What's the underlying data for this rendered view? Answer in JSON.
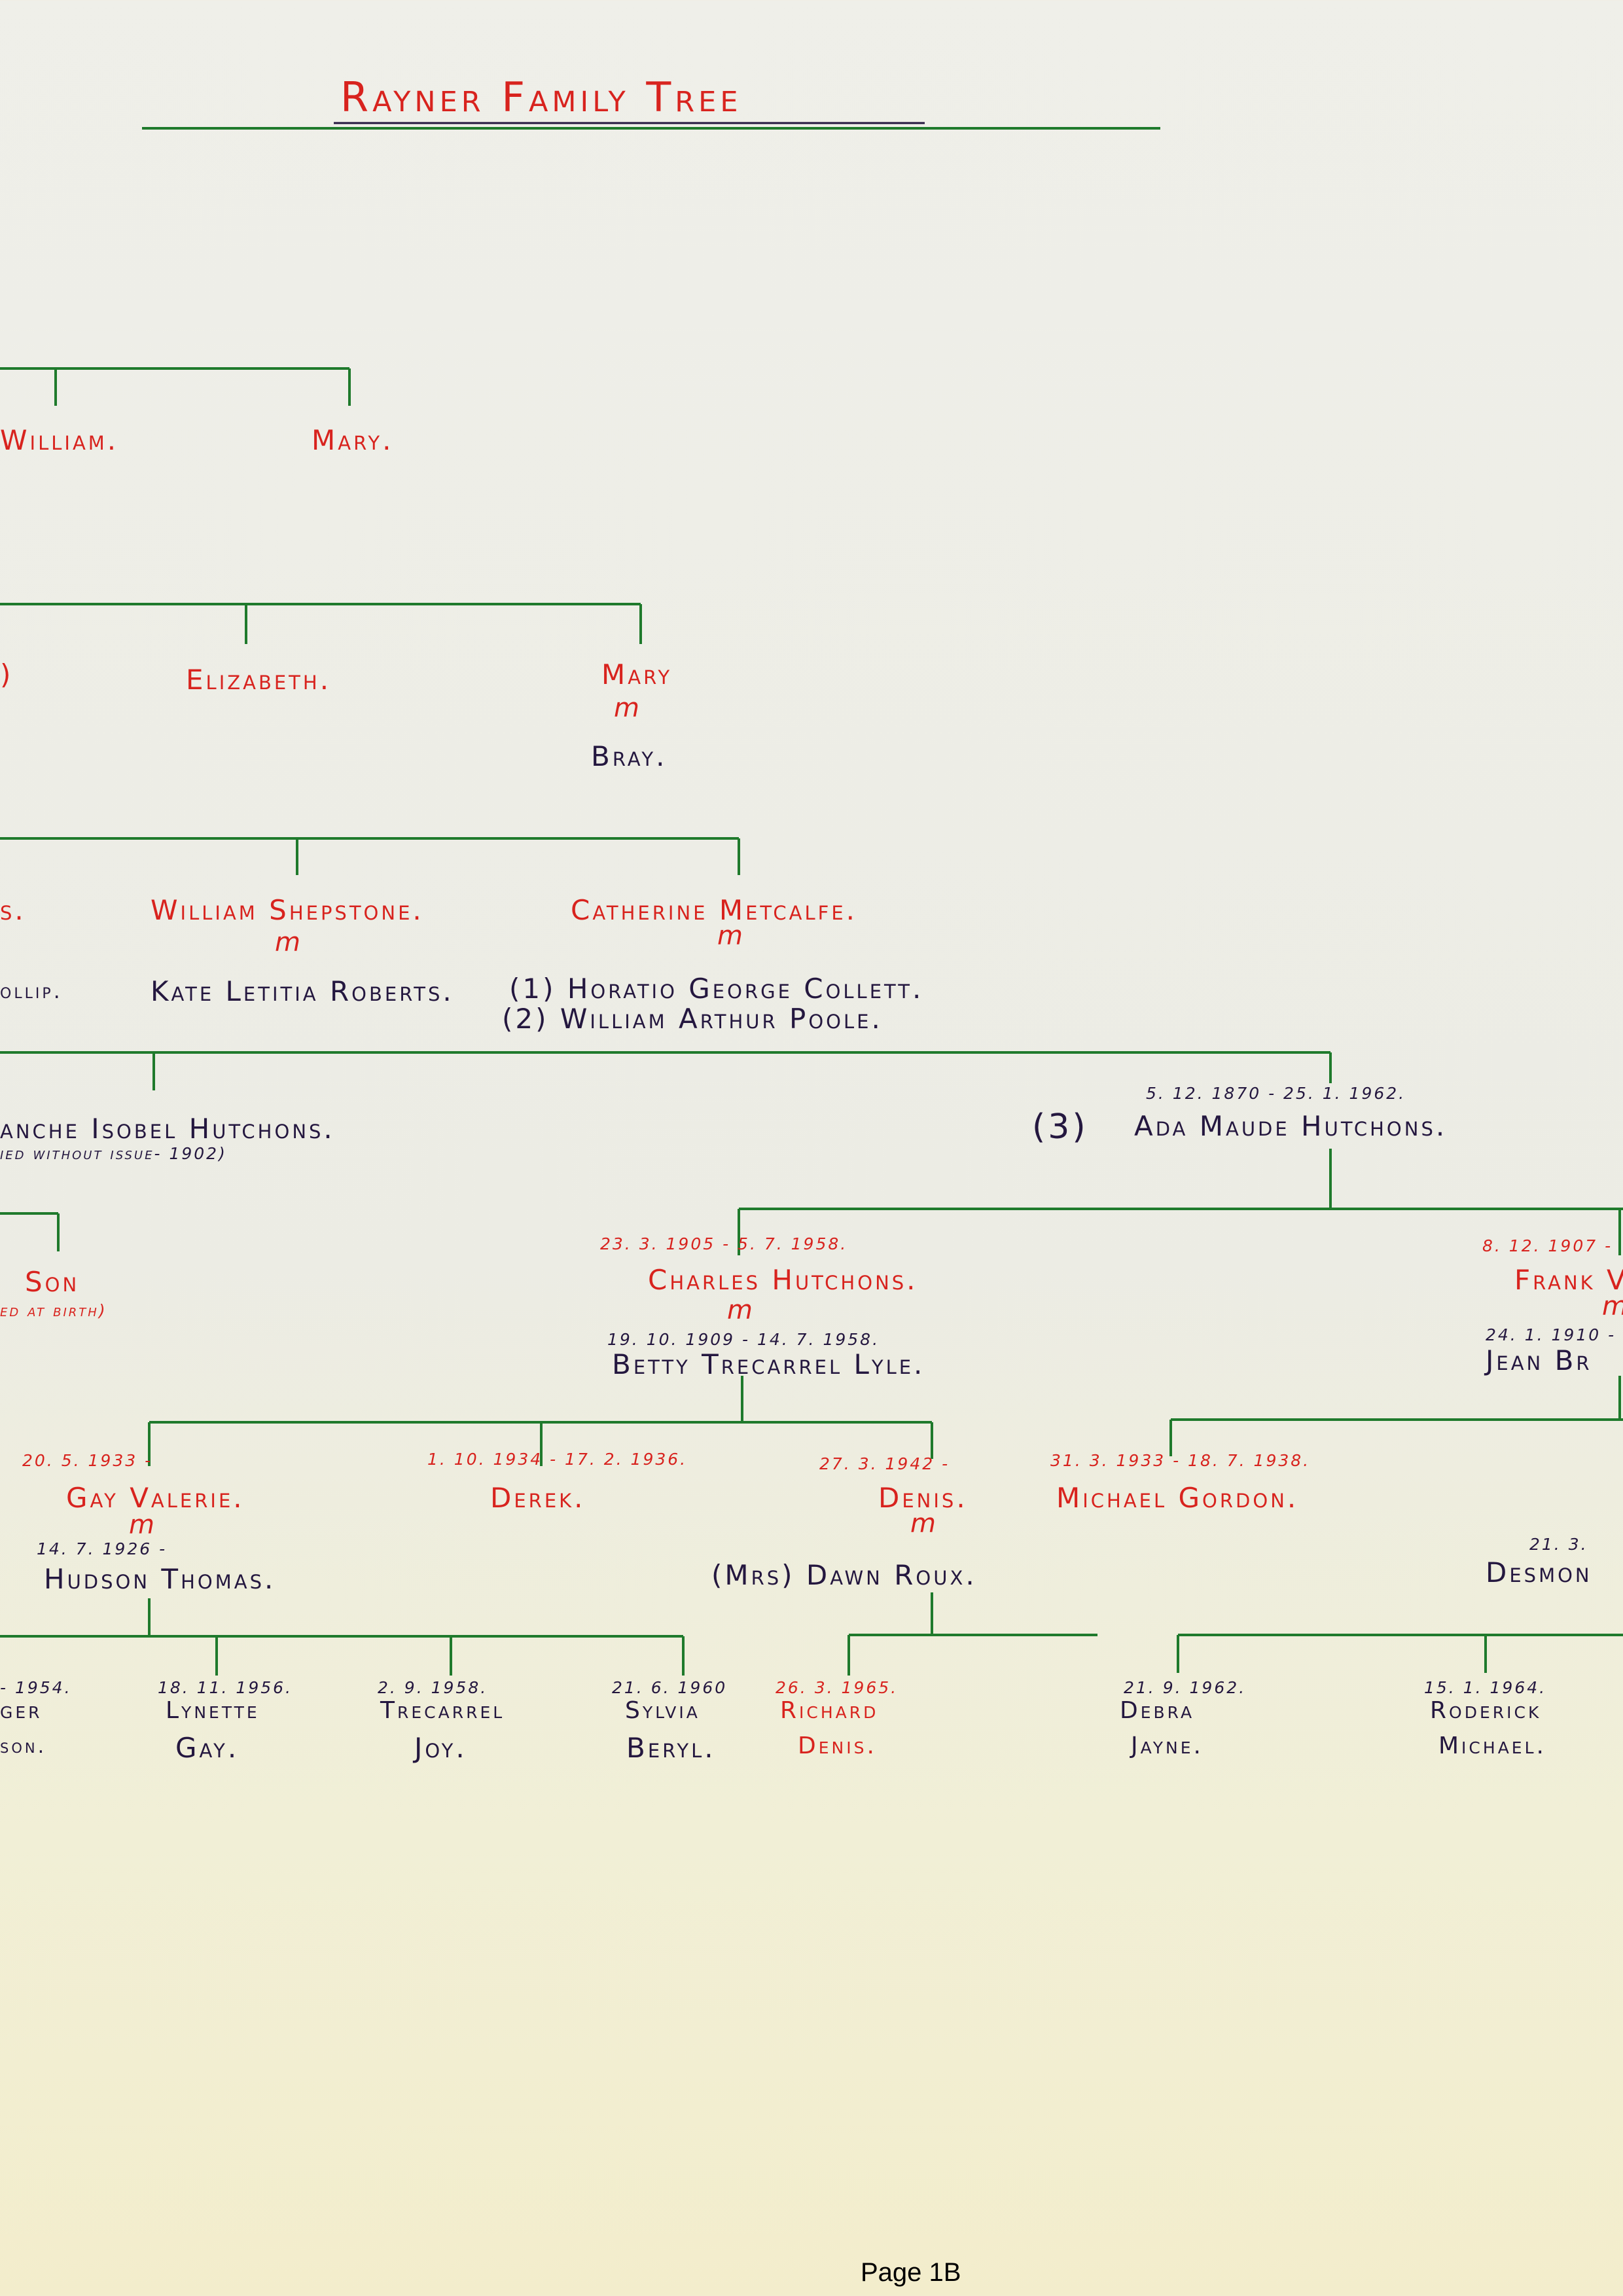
{
  "title": "Rayner Family Tree",
  "page_label": "Page 1B",
  "gen1": {
    "william": "William.",
    "mary": "Mary."
  },
  "gen2": {
    "cut_left": ")",
    "elizabeth": "Elizabeth.",
    "mary": "Mary",
    "m": "m",
    "bray": "Bray."
  },
  "gen3": {
    "cut_left": "s.",
    "william_shepstone": "William Shepstone.",
    "m1": "m",
    "cut_left_spouse": "ollip.",
    "kate": "Kate Letitia Roberts.",
    "catherine": "Catherine Metcalfe.",
    "m2": "m",
    "horatio": "(1) Horatio George Collett.",
    "william_arthur": "(2) William Arthur Poole."
  },
  "gen4": {
    "blanche": "anche Isobel Hutchons.",
    "blanche_note": "ied without issue- 1902)",
    "ada_dates": "5. 12. 1870 - 25. 1. 1962.",
    "ada_number": "(3)",
    "ada": "Ada Maude Hutchons."
  },
  "gen5": {
    "son": "Son",
    "son_note": "ed at birth)",
    "charles_dates": "23. 3. 1905 - 5. 7. 1958.",
    "charles": "Charles Hutchons.",
    "m1": "m",
    "betty_dates": "19. 10. 1909 - 14. 7. 1958.",
    "betty": "Betty Trecarrel Lyle.",
    "frank_dates": "8. 12. 1907 -",
    "frank": "Frank V",
    "m2": "m",
    "jean_dates": "24. 1. 1910 -",
    "jean": "Jean Br"
  },
  "gen6": {
    "gay_dates": "20. 5. 1933 -",
    "gay": "Gay Valerie.",
    "m1": "m",
    "hudson_dates": "14. 7. 1926 -",
    "hudson": "Hudson Thomas.",
    "derek_dates": "1. 10. 1934 - 17. 2. 1936.",
    "derek": "Derek.",
    "denis_dates": "27. 3. 1942 -",
    "denis": "Denis.",
    "m2": "m",
    "dawn": "(Mrs) Dawn Roux.",
    "michael_dates": "31. 3. 1933 - 18. 7. 1938.",
    "michael": "Michael Gordon.",
    "desmond_dates": "21. 3.",
    "desmond": "Desmon"
  },
  "gen7": {
    "roger_dates": "- 1954.",
    "roger1": "ger",
    "roger2": "son.",
    "lynette_dates": "18. 11. 1956.",
    "lynette1": "Lynette",
    "lynette2": "Gay.",
    "trecarrel_dates": "2. 9. 1958.",
    "trecarrel1": "Trecarrel",
    "trecarrel2": "Joy.",
    "sylvia_dates": "21. 6. 1960",
    "sylvia1": "Sylvia",
    "sylvia2": "Beryl.",
    "richard_dates": "26. 3. 1965.",
    "richard1": "Richard",
    "richard2": "Denis.",
    "debra_dates": "21. 9. 1962.",
    "debra1": "Debra",
    "debra2": "Jayne.",
    "roderick_dates": "15. 1. 1964.",
    "roderick1": "Roderick",
    "roderick2": "Michael."
  },
  "colors": {
    "red_ink": "#d8231e",
    "dark_ink": "#24173f",
    "green_ink": "#1f7a2c"
  }
}
